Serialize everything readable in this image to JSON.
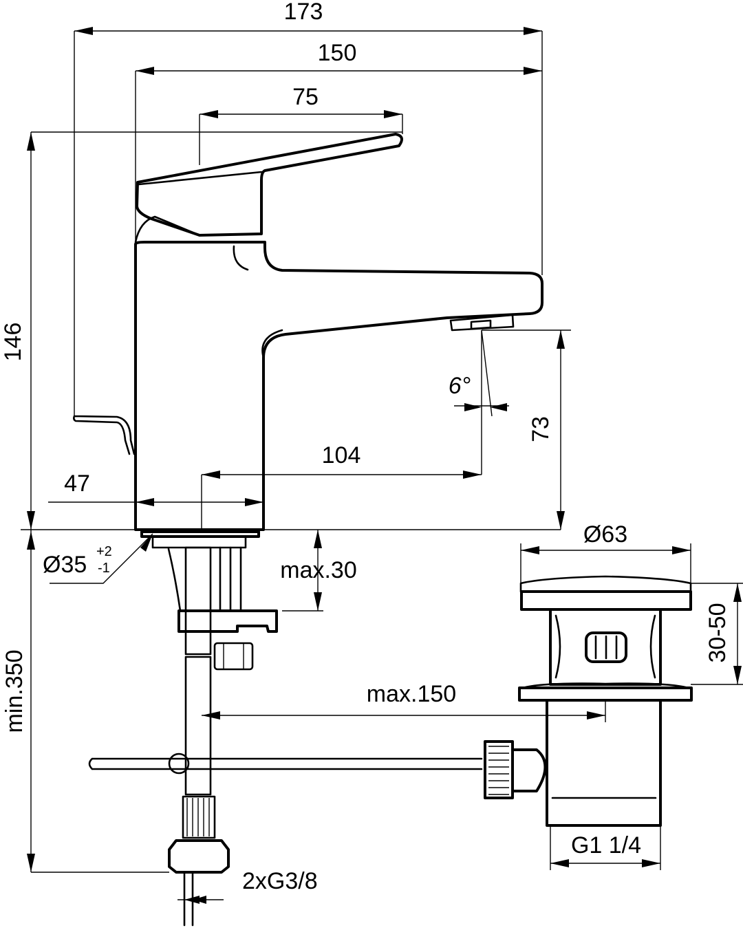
{
  "dimensions": {
    "width_total": "173",
    "width_body": "150",
    "lever_length": "75",
    "height_total": "146",
    "spout_height": "73",
    "spout_reach": "104",
    "base_offset": "47",
    "angle": "6°",
    "diameter_base": "Ø35",
    "diameter_base_tol_plus": "+2",
    "diameter_base_tol_minus": "-1",
    "deck_thickness": "max.30",
    "hose_length": "min.350",
    "waste_diameter": "Ø63",
    "waste_height": "30-50",
    "rod_length": "max.150",
    "waste_thread": "G1 1/4",
    "hose_thread": "2xG3/8"
  }
}
